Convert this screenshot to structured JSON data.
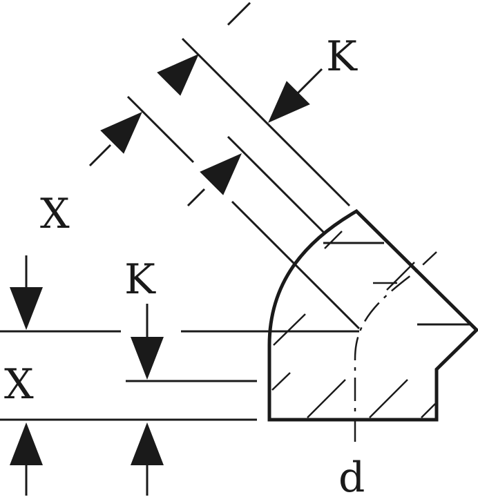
{
  "labels": {
    "k_diagonal": "K",
    "x_diagonal": "X",
    "k_vertical": "K",
    "x_vertical": "X",
    "diameter": "d"
  },
  "colors": {
    "ink": "#1a1a1a",
    "background": "#ffffff"
  }
}
